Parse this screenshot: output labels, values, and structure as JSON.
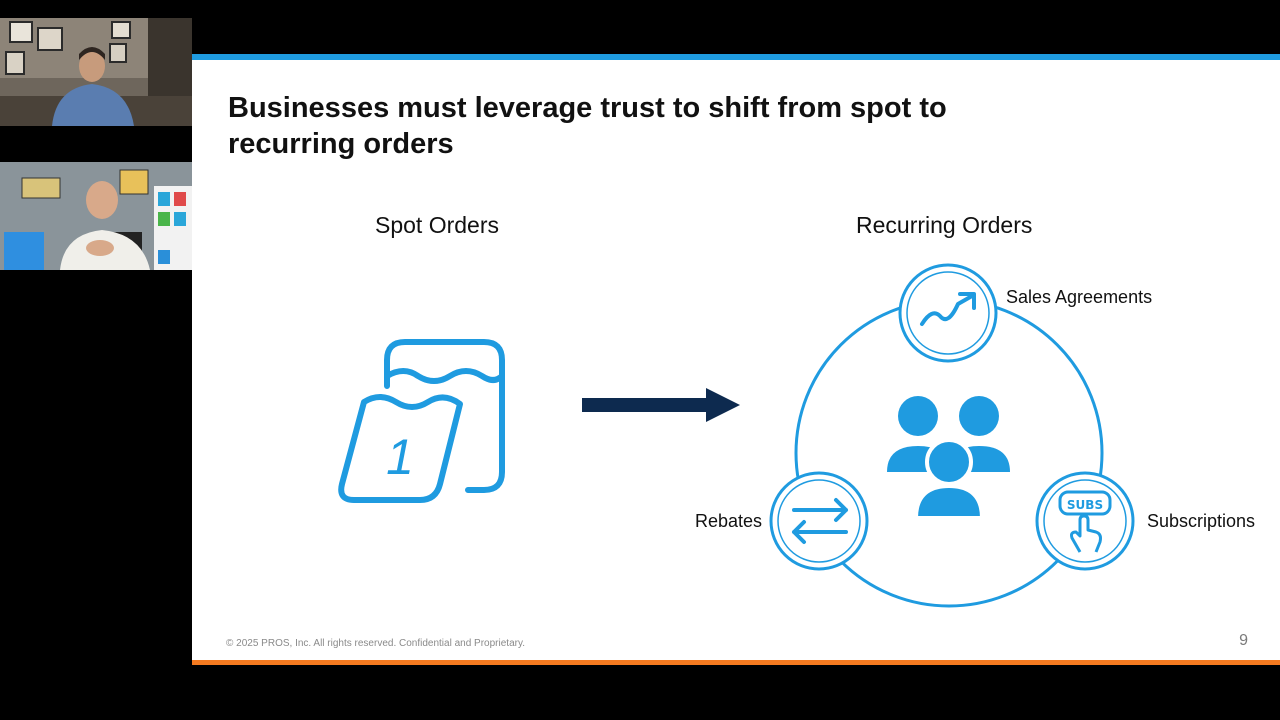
{
  "slide": {
    "title": "Businesses must leverage trust to shift from spot to recurring orders",
    "spot_heading": "Spot Orders",
    "recurring_heading": "Recurring Orders",
    "calendar_day": "1",
    "nodes": {
      "sales_agreements": "Sales Agreements",
      "rebates": "Rebates",
      "subscriptions": "Subscriptions",
      "subs_badge": "SUBS"
    },
    "footer": "© 2025 PROS, Inc. All rights reserved. Confidential and Proprietary.",
    "page_number": "9"
  },
  "colors": {
    "accent_blue": "#1f9be0",
    "arrow_navy": "#0d2a4f",
    "bottom_orange": "#f47a20"
  },
  "icons": [
    "calendar-icon",
    "arrow-right-icon",
    "trend-up-icon",
    "swap-arrows-icon",
    "subscription-tap-icon",
    "users-group-icon"
  ]
}
